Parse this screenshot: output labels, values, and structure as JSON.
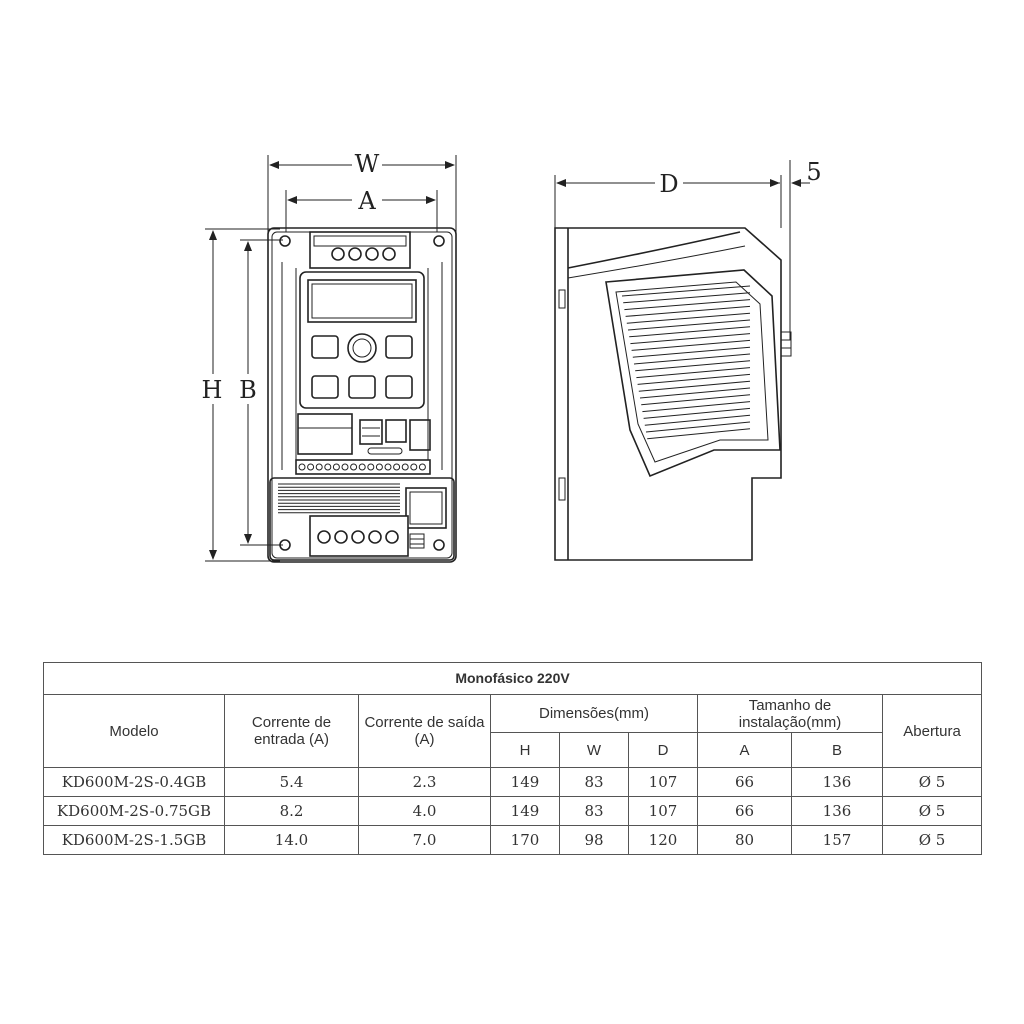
{
  "dimensions": {
    "W": "W",
    "A": "A",
    "H": "H",
    "B": "B",
    "D": "D",
    "gap": "5"
  },
  "table": {
    "title": "Monofásico 220V",
    "headers": {
      "modelo": "Modelo",
      "corrente_entrada": "Corrente de entrada (A)",
      "corrente_saida": "Corrente de saída (A)",
      "dimensoes": "Dimensões(mm)",
      "tamanho_instalacao": "Tamanho de instalação(mm)",
      "abertura": "Abertura",
      "h": "H",
      "w": "W",
      "d": "D",
      "a": "A",
      "b": "B"
    },
    "rows": [
      {
        "modelo": "KD600M-2S-0.4GB",
        "entrada": "5.4",
        "saida": "2.3",
        "h": "149",
        "w": "83",
        "d": "107",
        "a": "66",
        "b": "136",
        "abertura": "Ø 5"
      },
      {
        "modelo": "KD600M-2S-0.75GB",
        "entrada": "8.2",
        "saida": "4.0",
        "h": "149",
        "w": "83",
        "d": "107",
        "a": "66",
        "b": "136",
        "abertura": "Ø 5"
      },
      {
        "modelo": "KD600M-2S-1.5GB",
        "entrada": "14.0",
        "saida": "7.0",
        "h": "170",
        "w": "98",
        "d": "120",
        "a": "80",
        "b": "157",
        "abertura": "Ø 5"
      }
    ]
  }
}
